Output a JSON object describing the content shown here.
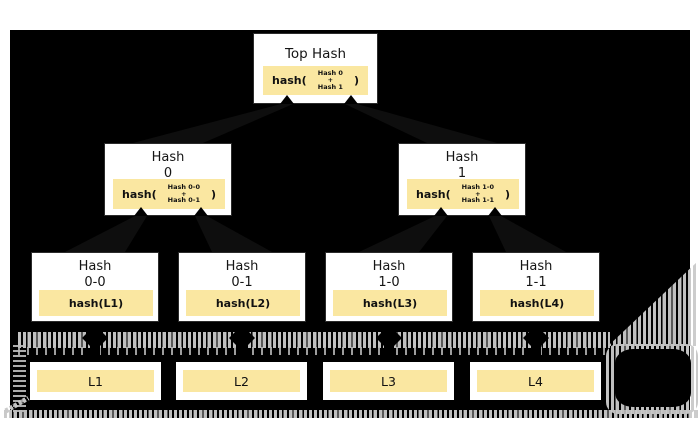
{
  "colors": {
    "page_bg": "#ffffff",
    "diagram_bg": "#000000",
    "node_bg": "#ffffff",
    "highlight_bg": "#fae7a1",
    "pencil_gray": "#c9c9c9",
    "text": "#111111"
  },
  "nodes": {
    "top_hash": {
      "title": "Top Hash",
      "fn_open": "hash(",
      "operand_top": "Hash 0",
      "operator": "+",
      "operand_bottom": "Hash 1",
      "fn_close": ")"
    },
    "hash_0": {
      "title_line1": "Hash",
      "title_line2": "0",
      "fn_open": "hash(",
      "operand_top": "Hash 0-0",
      "operator": "+",
      "operand_bottom": "Hash 0-1",
      "fn_close": ")"
    },
    "hash_1": {
      "title_line1": "Hash",
      "title_line2": "1",
      "fn_open": "hash(",
      "operand_top": "Hash 1-0",
      "operator": "+",
      "operand_bottom": "Hash 1-1",
      "fn_close": ")"
    },
    "hash_0_0": {
      "title_line1": "Hash",
      "title_line2": "0-0",
      "expression": "hash(L1)"
    },
    "hash_0_1": {
      "title_line1": "Hash",
      "title_line2": "0-1",
      "expression": "hash(L2)"
    },
    "hash_1_0": {
      "title_line1": "Hash",
      "title_line2": "1-0",
      "expression": "hash(L3)"
    },
    "hash_1_1": {
      "title_line1": "Hash",
      "title_line2": "1-1",
      "expression": "hash(L4)"
    },
    "blocks": [
      {
        "label": "L1"
      },
      {
        "label": "L2"
      },
      {
        "label": "L3"
      },
      {
        "label": "L4"
      }
    ]
  }
}
